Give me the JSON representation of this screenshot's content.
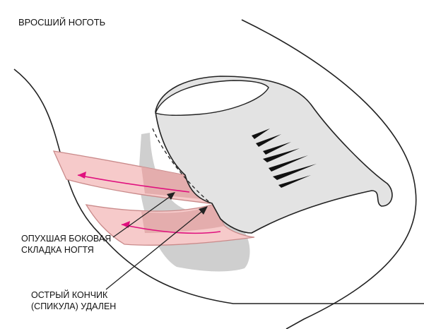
{
  "title": "ВРОСШИЙ НОГОТЬ",
  "labels": {
    "swollen_fold_line1": "ОПУХШАЯ БОКОВАЯ",
    "swollen_fold_line2": "СКЛАДКА НОГТЯ",
    "spicule_line1": "ОСТРЫЙ КОНЧИК",
    "spicule_line2": "(СПИКУЛА) УДАЛЕН"
  },
  "colors": {
    "skin_fold_fill": "#f6caca",
    "skin_fold_stroke": "#c98a8a",
    "arrow": "#e0107e",
    "nail_fill": "#e3e3e3",
    "nail_shadow": "#c9c9c9",
    "outline": "#222222"
  }
}
